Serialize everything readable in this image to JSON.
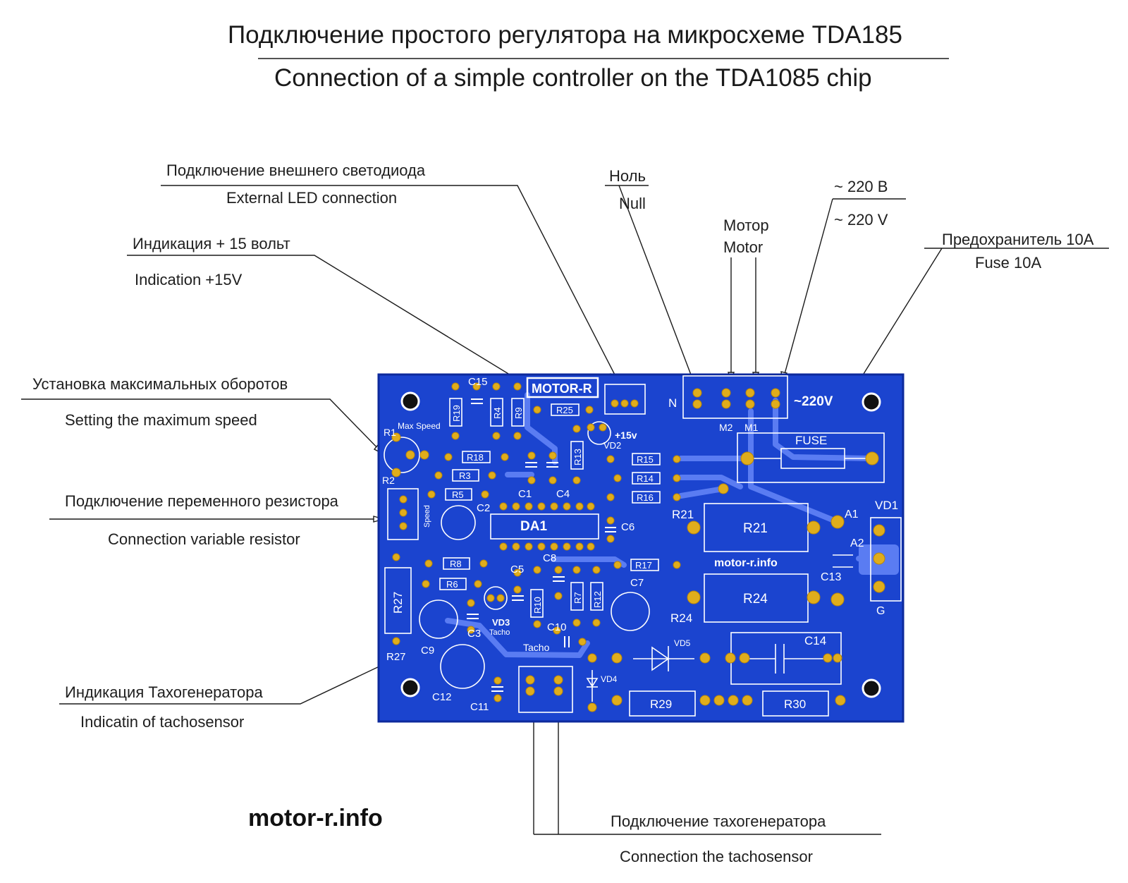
{
  "titles": {
    "ru": "Подключение простого  регулятора на микросхеме  TDA185",
    "en": "Connection of a simple controller on the TDA1085 chip"
  },
  "callouts": {
    "ext_led": {
      "ru": "Подключение внешнего светодиода",
      "en": "External LED connection"
    },
    "ind15": {
      "ru": "Индикация + 15 вольт",
      "en": "Indication  +15V"
    },
    "null": {
      "ru": "Ноль",
      "en": "Null"
    },
    "motor": {
      "ru": "Мотор",
      "en": "Motor"
    },
    "mains": {
      "ru": "~ 220 В",
      "en": "~ 220 V"
    },
    "fuse": {
      "ru": "Предохранитель 10А",
      "en": "Fuse 10A"
    },
    "max_speed": {
      "ru": "Установка максимальных оборотов",
      "en": "Setting the maximum speed"
    },
    "var_res": {
      "ru": "Подключение переменного резистора",
      "en": "Connection variable resistor"
    },
    "tacho_ind": {
      "ru": "Индикация Тахогенератора",
      "en": "Indicatin of tachosensor"
    },
    "tacho_conn": {
      "ru": "Подключение тахогенератора",
      "en": "Connection the tachosensor"
    }
  },
  "website": "motor-r.info",
  "pcb": {
    "brand": "MOTOR-R",
    "site_text": "motor-r.info",
    "mains_text": "~220V",
    "n": "N",
    "m2": "M2",
    "m1": "M1",
    "fuse": "FUSE",
    "da1": "DA1",
    "r1": "R1",
    "max_speed": "Max Speed",
    "r2": "R2",
    "speed": "Speed",
    "vd2": "VD2",
    "plus15": "+15v",
    "vd3": "VD3",
    "tacho_small": "Tacho",
    "tacho": "Tacho",
    "vd1": "VD1",
    "a1": "A1",
    "a2": "A2",
    "g": "G",
    "vd4": "VD4",
    "vd5": "VD5",
    "c1": "C1",
    "c2": "C2",
    "c3": "C3",
    "c4": "C4",
    "c5": "C5",
    "c6": "C6",
    "c7": "C7",
    "c8": "C8",
    "c9": "C9",
    "c10": "C10",
    "c11": "C11",
    "c12": "C12",
    "c13": "C13",
    "c14": "C14",
    "c15": "C15",
    "r3": "R3",
    "r4": "R4",
    "r5": "R5",
    "r6": "R6",
    "r7": "R7",
    "r8": "R8",
    "r9": "R9",
    "r10": "R10",
    "r12": "R12",
    "r13": "R13",
    "r14": "R14",
    "r15": "R15",
    "r16": "R16",
    "r17": "R17",
    "r18": "R18",
    "r19": "R19",
    "r21": "R21",
    "r24": "R24",
    "r25": "R25",
    "r27": "R27",
    "r29": "R29",
    "r30": "R30"
  },
  "colors": {
    "board": "#1b44cf",
    "board_border": "#0d2a9c",
    "silkscreen": "#ffffff",
    "pad": "#e0ad1c",
    "trace": "#5a7cf2"
  }
}
